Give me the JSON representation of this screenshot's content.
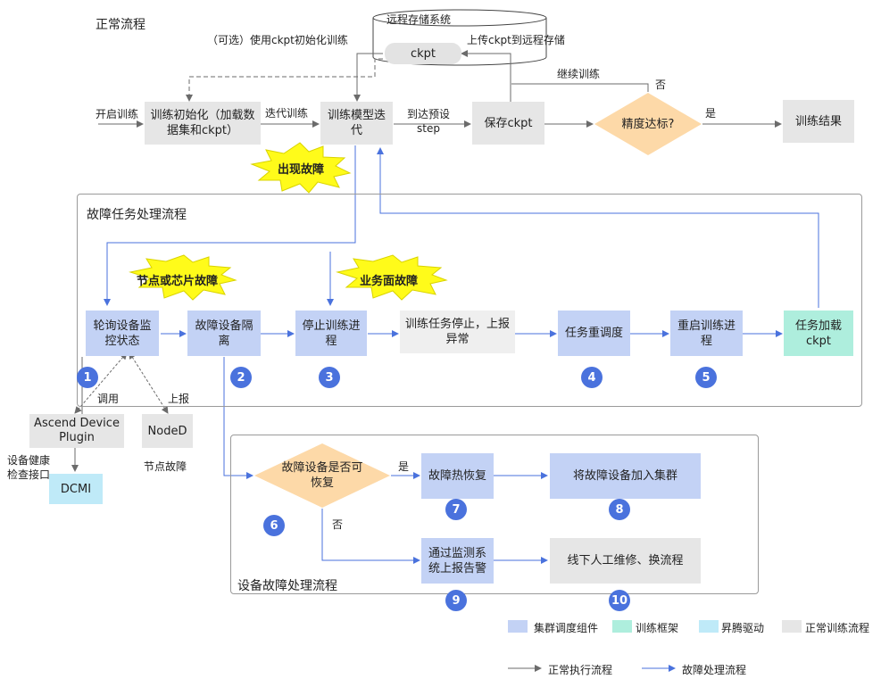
{
  "normal_flow": {
    "title": "正常流程",
    "storage_label": "远程存储系统",
    "ckpt": "ckpt",
    "optional_ckpt_init": "（可选）使用ckpt初始化训练",
    "upload_ckpt": "上传ckpt到远程存储",
    "start_training": "开启训练",
    "train_init": "训练初始化（加载数据集和ckpt）",
    "iterate_training": "迭代训练",
    "model_iteration": "训练模型迭代",
    "reach_step_line1": "到达预设",
    "reach_step_line2": "step",
    "save_ckpt": "保存ckpt",
    "accuracy_check": "精度达标?",
    "continue_training": "继续训练",
    "no": "否",
    "yes": "是",
    "training_result": "训练结果",
    "fault_occurs": "出现故障"
  },
  "fault_task_flow": {
    "title": "故障任务处理流程",
    "node_chip_fault": "节点或芯片故障",
    "business_fault": "业务面故障",
    "poll_device": "轮询设备监控状态",
    "isolate_device": "故障设备隔离",
    "stop_process": "停止训练进程",
    "task_stopped": "训练任务停止，上报异常",
    "reschedule": "任务重调度",
    "restart_process": "重启训练进程",
    "load_ckpt": "任务加载ckpt",
    "badges": [
      "1",
      "2",
      "3",
      "4",
      "5"
    ],
    "call": "调用",
    "report": "上报",
    "ascend_plugin": "Ascend Device Plugin",
    "noded": "NodeD",
    "health_interface": "设备健康检查接口",
    "dcmi": "DCMI",
    "node_fault": "节点故障"
  },
  "device_fault_flow": {
    "title": "设备故障处理流程",
    "recoverable": "故障设备是否可恢复",
    "yes": "是",
    "no": "否",
    "hot_recovery": "故障热恢复",
    "join_cluster": "将故障设备加入集群",
    "monitor_alarm": "通过监测系统上报告警",
    "offline_repair": "线下人工维修、换流程",
    "badges": [
      "6",
      "7",
      "8",
      "9",
      "10"
    ]
  },
  "legend": {
    "cluster_scheduler": "集群调度组件",
    "training_framework": "训练框架",
    "ascend_driver": "昇腾驱动",
    "normal_training": "正常训练流程",
    "normal_exec": "正常执行流程",
    "fault_handling": "故障处理流程"
  },
  "colors": {
    "cluster_scheduler": "#c3d2f5",
    "training_framework": "#aeeedd",
    "ascend_driver": "#bfeaf8",
    "normal_training": "#e6e6e6",
    "fault_arrow": "#4a72dd",
    "normal_arrow": "#6b6b6b",
    "decision": "#fdd9a8",
    "burst": "#fffb1a"
  }
}
